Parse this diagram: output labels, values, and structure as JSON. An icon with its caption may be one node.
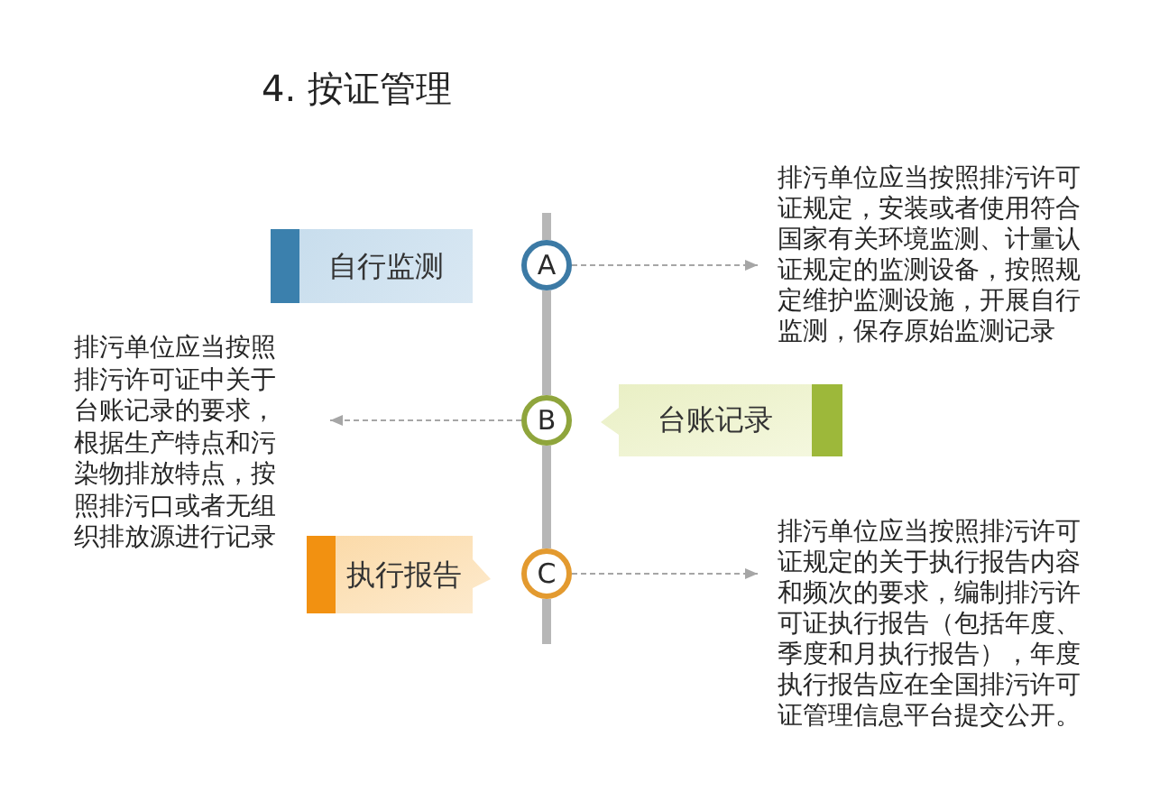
{
  "diagram": {
    "title": "4. 按证管理",
    "nodes": [
      {
        "text": [
          "自行监测"
        ]
      },
      {
        "text": [
          "A"
        ]
      },
      {
        "text": [
          "排污单位应当按照排污许可证规定，安装或者使用符合国家有关环境监测、计量认证规定的监测设备，按照规定维护监测设施，开展自行监测，保存原始监测记录"
        ]
      },
      {
        "text": [
          "排污单位应当按照排污许可证中关于台账记录的要求，根据生产特点和污染物排放特点，按照排污口或者无组织排放源进行记录"
        ]
      },
      {
        "text": [
          "B"
        ]
      },
      {
        "text": [
          "台账记录"
        ]
      },
      {
        "text": [
          "执行报告"
        ]
      },
      {
        "text": [
          "C"
        ]
      },
      {
        "text": [
          "排污单位应当按照排污许可证规定的关于执行报告内容和频次的要求，编制排污许可证执行报告（包括年度、季度和月执行报告），年度执行报告应在全国排污许可证管理信息平台提交公开。"
        ]
      }
    ],
    "edges": [
      {
        "from": 1,
        "to": 2,
        "arrow": "to",
        "style": "dashed"
      },
      {
        "from": 4,
        "to": 3,
        "arrow": "to",
        "style": "dashed"
      },
      {
        "from": 7,
        "to": 8,
        "arrow": "to",
        "style": "dashed"
      },
      {
        "from": 1,
        "to": 4,
        "arrow": "none",
        "style": "thick"
      },
      {
        "from": 4,
        "to": 7,
        "arrow": "none",
        "style": "thick"
      }
    ]
  }
}
